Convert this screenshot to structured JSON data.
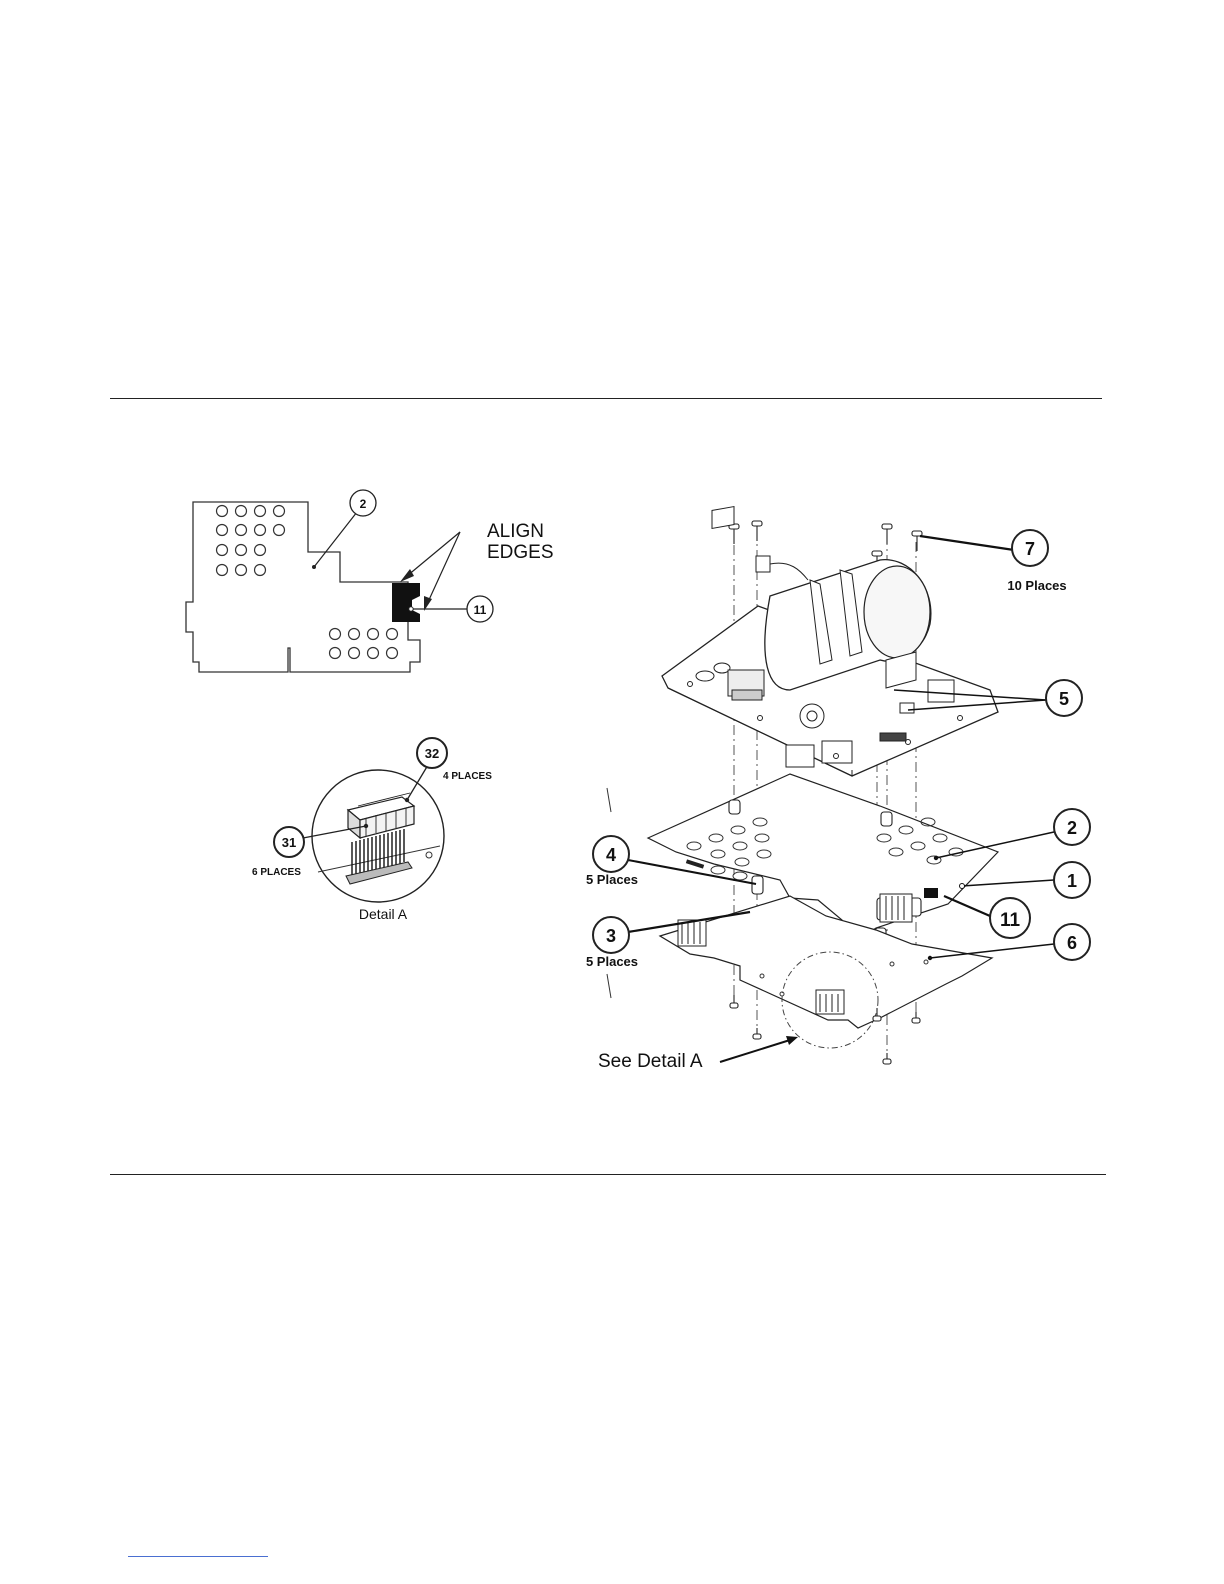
{
  "callouts": {
    "align_edges_line1": "ALIGN",
    "align_edges_line2": "EDGES",
    "detail_a_caption": "Detail A",
    "see_detail_a": "See Detail A"
  },
  "balloons": {
    "inset_2": "2",
    "inset_11": "11",
    "d32": "32",
    "d31": "31",
    "b7": "7",
    "b5": "5",
    "b2": "2",
    "b4": "4",
    "b1": "1",
    "b11": "11",
    "b3": "3",
    "b6": "6"
  },
  "quantities": {
    "d32": "4 PLACES",
    "d31": "6 PLACES",
    "b7": "10 Places",
    "b4": "5 Places",
    "b3": "5 Places"
  }
}
